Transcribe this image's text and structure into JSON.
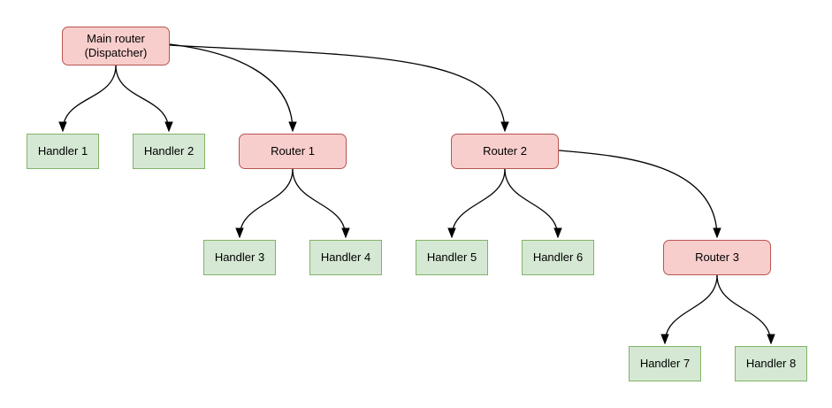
{
  "diagram": {
    "nodes": {
      "main": {
        "label": "Main router\n(Dispatcher)",
        "type": "router"
      },
      "router1": {
        "label": "Router 1",
        "type": "router"
      },
      "router2": {
        "label": "Router 2",
        "type": "router"
      },
      "router3": {
        "label": "Router 3",
        "type": "router"
      },
      "handler1": {
        "label": "Handler 1",
        "type": "handler"
      },
      "handler2": {
        "label": "Handler 2",
        "type": "handler"
      },
      "handler3": {
        "label": "Handler 3",
        "type": "handler"
      },
      "handler4": {
        "label": "Handler 4",
        "type": "handler"
      },
      "handler5": {
        "label": "Handler 5",
        "type": "handler"
      },
      "handler6": {
        "label": "Handler 6",
        "type": "handler"
      },
      "handler7": {
        "label": "Handler 7",
        "type": "handler"
      },
      "handler8": {
        "label": "Handler 8",
        "type": "handler"
      }
    },
    "edges": [
      {
        "from": "main",
        "to": "handler1"
      },
      {
        "from": "main",
        "to": "handler2"
      },
      {
        "from": "main",
        "to": "router1"
      },
      {
        "from": "main",
        "to": "router2"
      },
      {
        "from": "router1",
        "to": "handler3"
      },
      {
        "from": "router1",
        "to": "handler4"
      },
      {
        "from": "router2",
        "to": "handler5"
      },
      {
        "from": "router2",
        "to": "handler6"
      },
      {
        "from": "router2",
        "to": "router3"
      },
      {
        "from": "router3",
        "to": "handler7"
      },
      {
        "from": "router3",
        "to": "handler8"
      }
    ],
    "colors": {
      "background": "#ffffff",
      "router_fill": "#f8cecc",
      "router_border": "#b85450",
      "handler_fill": "#d5e8d4",
      "handler_border": "#82b366",
      "edge": "#000000"
    }
  }
}
